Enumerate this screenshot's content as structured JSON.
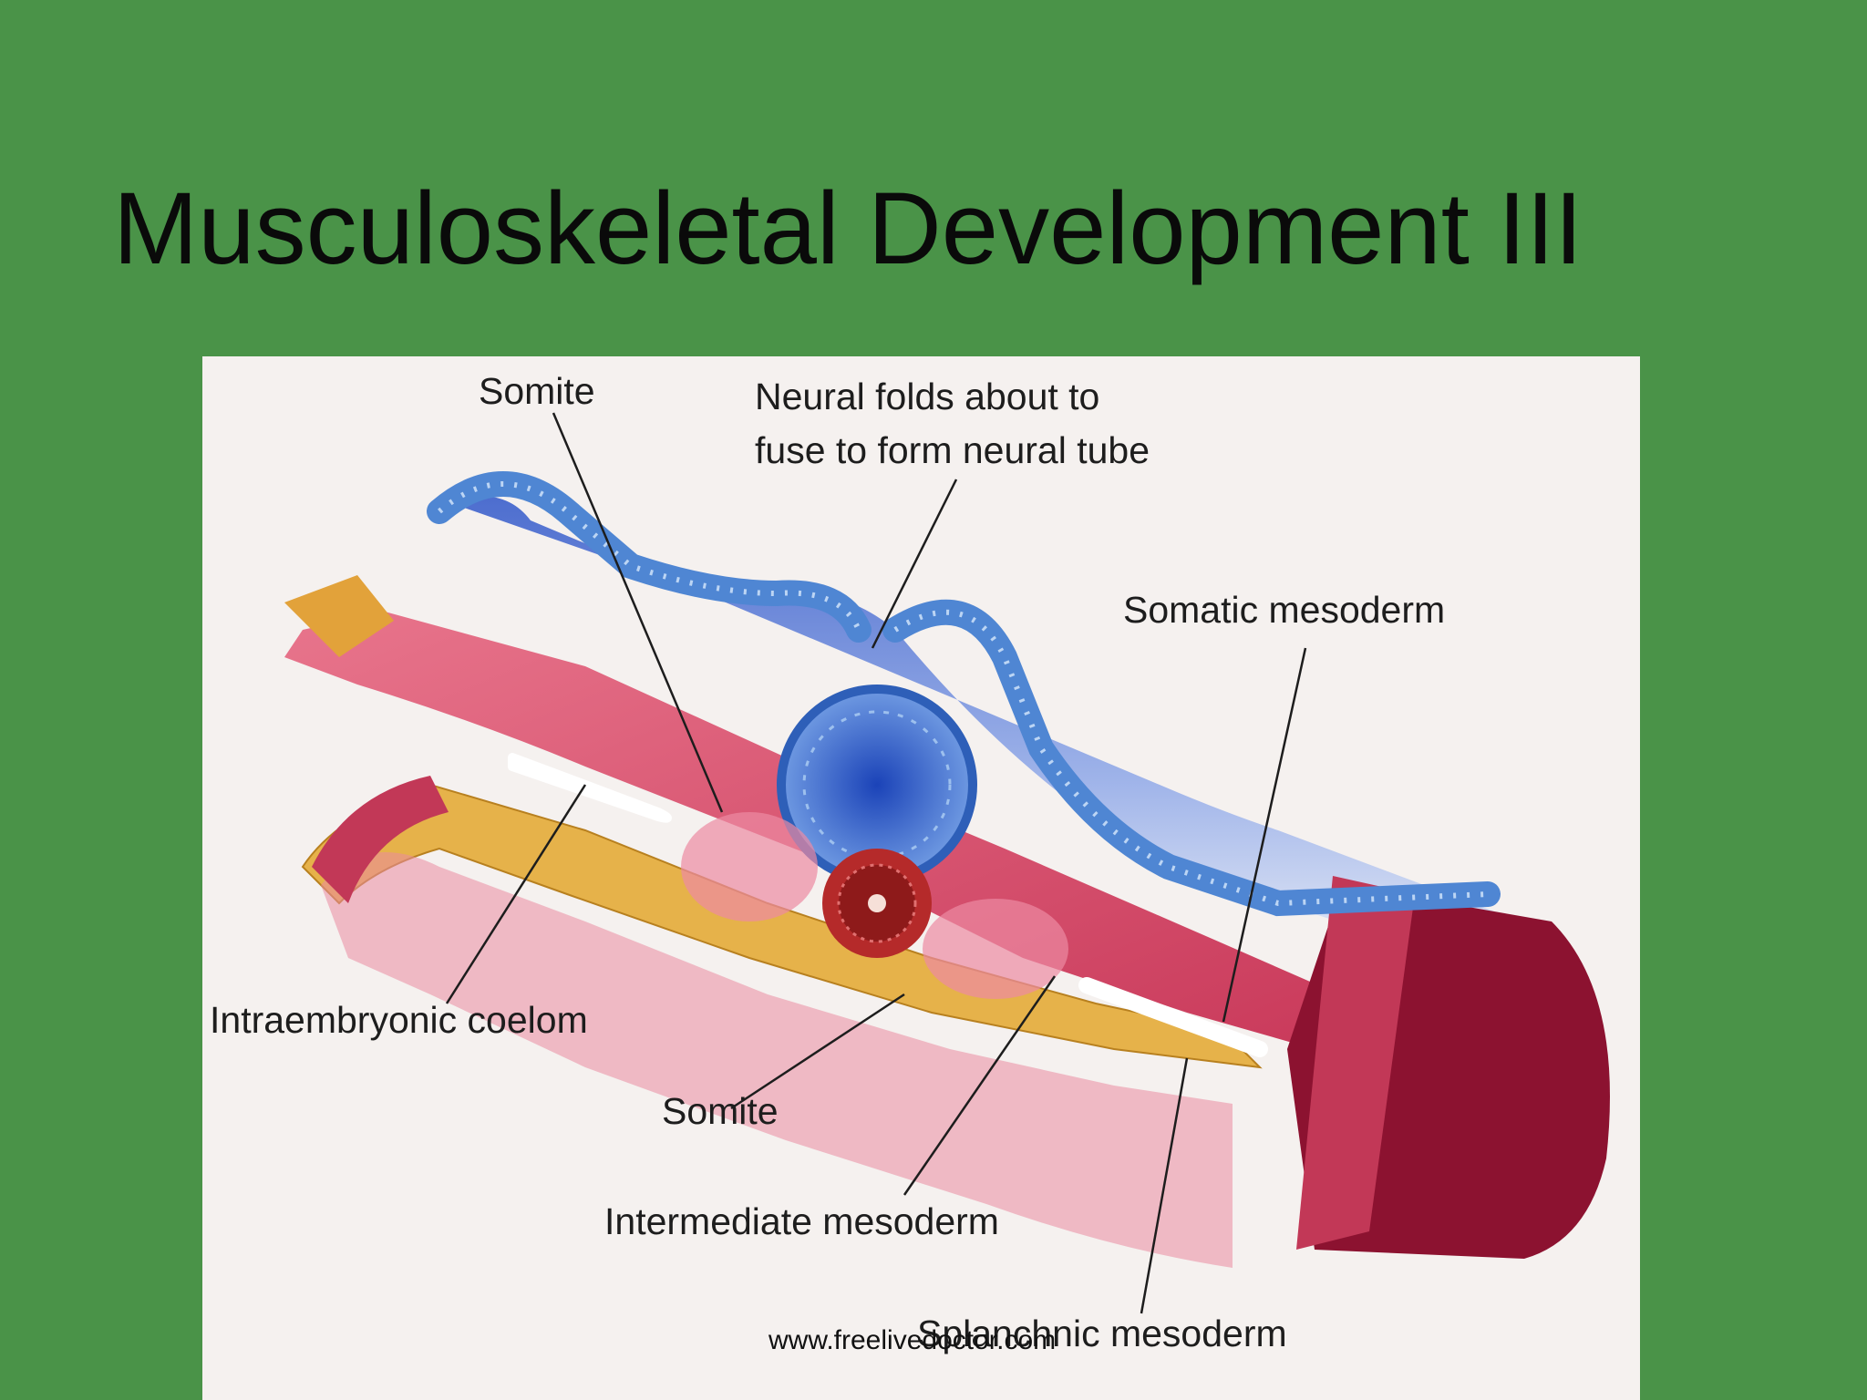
{
  "slide": {
    "title": "Musculoskeletal Development III",
    "watermark": "www.freelivedoctor.com"
  },
  "diagram": {
    "labels": {
      "somite_top": "Somite",
      "neural_folds_line1": "Neural folds about to",
      "neural_folds_line2": "fuse to form neural tube",
      "somatic_mesoderm": "Somatic mesoderm",
      "intraembryonic_coelom": "Intraembryonic coelom",
      "somite_bottom": "Somite",
      "intermediate_mesoderm": "Intermediate mesoderm",
      "splanchnic_mesoderm": "Splanchnic mesoderm"
    },
    "colors": {
      "background": "#4a9348",
      "figure_bg": "#f5f1ef",
      "ectoderm": "#5b8fd6",
      "mesoderm": "#d9506e",
      "endoderm": "#e0a93a",
      "dark_tissue": "#8c1230"
    }
  }
}
